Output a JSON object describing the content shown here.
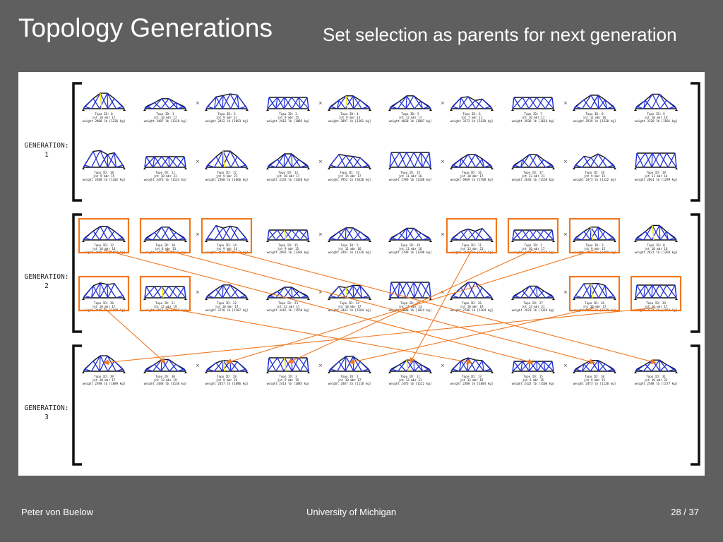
{
  "slide": {
    "title": "Topology Generations",
    "subtitle": "Set selection as parents for next generation"
  },
  "generations": [
    {
      "label": "GENERATION:",
      "number": "1",
      "row1_captions": [
        [
          "Topo ID: 0",
          "jnt 10  mbr 17",
          "weight 2808 lb [1236 kg]"
        ],
        [
          "Topo ID: 1",
          "jnt 10  mbr 17",
          "weight 2487 lb [1118 kg]"
        ],
        [
          "Topo ID: 2",
          "jnt 9  mbr 11",
          "weight 2422 lb [1093 kg]"
        ],
        [
          "Topo ID: 3",
          "jnt 9  mbr 15",
          "weight 2413 lb [1085 kg]"
        ],
        [
          "Topo ID: 4",
          "jnt 9  mbr 13",
          "weight 2897 lb [1301 kg]"
        ],
        [
          "Topo ID: 5",
          "jnt 12  mbr 17",
          "weight 4020 lb [1807 kg]"
        ],
        [
          "Topo ID: 6",
          "jnt 7  mbr 11",
          "weight 3172 lb [1428 kg]"
        ],
        [
          "Topo ID: 7",
          "jnt 10  mbr 17",
          "weight 3938 lb [1616 kg]"
        ],
        [
          "Topo ID: 8",
          "jnt 11  mbr 16",
          "weight 2939 lb [1320 kg]"
        ],
        [
          "Topo ID: 9",
          "jnt 10  mbr 19",
          "weight 3328 lb [1501 kg]"
        ]
      ],
      "row2_captions": [
        [
          "Topo ID: 10",
          "jnt 9  mbr 15",
          "weight 2480 lb [1102 kg]"
        ],
        [
          "Topo ID: 11",
          "jnt 10  mbr 31",
          "weight 2476 lb [1124 kg]"
        ],
        [
          "Topo ID: 12",
          "jnt 9  mbr 22",
          "weight 2380 lb [1066 kg]"
        ],
        [
          "Topo ID: 13",
          "jnt 10  mbr 17",
          "weight 3135 lb [1420 kg]"
        ],
        [
          "Topo ID: 14",
          "jnt 15  mbr 17",
          "weight 7952 lb [3620 kg]"
        ],
        [
          "Topo ID: 15",
          "jnt 11  mbr 16",
          "weight 2789 lb [1180 kg]"
        ],
        [
          "Topo ID: 16",
          "jnt 10  mbr 17",
          "weight 6969 lb [2708 kg]"
        ],
        [
          "Topo ID: 17",
          "jnt 13  mbr 21",
          "weight 2636 lb [1158 kg]"
        ],
        [
          "Topo ID: 18",
          "jnt 9  mbr 15",
          "weight 2473 lb [1122 kg]"
        ],
        [
          "Topo ID: 19",
          "jnt 11  mbr 16",
          "weight 2861 lb [1299 kg]"
        ]
      ]
    },
    {
      "label": "GENERATION:",
      "number": "2",
      "row1_captions": [
        [
          "Topo ID: 12",
          "jnt 10  mbr 18",
          "weight 2398 lb [1092 kg]"
        ],
        [
          "Topo ID: 10",
          "jnt 8  mbr 13",
          "weight 2486 lb [1122 kg]"
        ],
        [
          "Topo ID: 14",
          "jnt 9  mbr 14",
          "weight 2479 lb [1122 kg]"
        ],
        [
          "Topo ID: 15",
          "jnt 9  mbr 15",
          "weight 2892 lb [1284 kg]"
        ],
        [
          "Topo ID: 5",
          "jnt 11  mbr 16",
          "weight 2491 lb [1126 kg]"
        ],
        [
          "Topo ID: 19",
          "jnt 11  mbr 16",
          "weight 2799 lb [1290 kg]"
        ],
        [
          "Topo ID: 11",
          "jnt 13  mbr 21",
          "weight 2476 lb [1122 kg]"
        ],
        [
          "Topo ID: 1",
          "jnt 10  mbr 17",
          "weight 2487 lb [1118 kg]"
        ],
        [
          "Topo ID: 3",
          "jnt 9  mbr 15",
          "weight 2413 lb [1090 kg]"
        ],
        [
          "Topo ID: 0",
          "jnt 10  mbr 16",
          "weight 2821 lb [1269 kg]"
        ]
      ],
      "row2_captions": [
        [
          "Topo ID: 20",
          "jnt 10  mbr 17",
          "weight 2445 lb [1109 kg]"
        ],
        [
          "Topo ID: 21",
          "jnt 12  mbr 19",
          "weight 2863 lb [1169 kg]"
        ],
        [
          "Topo ID: 22",
          "jnt 10  mbr 17",
          "weight 3720 lb [1287 kg]"
        ],
        [
          "Topo ID: 23",
          "jnt 12  mbr 17",
          "weight 3416 lb [1550 kg]"
        ],
        [
          "Topo ID: 24",
          "jnt 10  mbr 17",
          "weight 3443 lb [1564 kg]"
        ],
        [
          "Topo ID: 25",
          "jnt 11  mbr 13",
          "weight 3800 lb [1824 kg]"
        ],
        [
          "Topo ID: 26",
          "jnt 10  mbr 19",
          "weight 2786 lb [1264 kg]"
        ],
        [
          "Topo ID: 27",
          "jnt 13  mbr 21",
          "weight 2870 lb [1319 kg]"
        ],
        [
          "Topo ID: 28",
          "jnt 10  mbr 17",
          "weight 2487 lb [1120 kg]"
        ],
        [
          "Topo ID: 29",
          "jnt 10  mbr 17",
          "weight 2321 lb [1058 kg]"
        ]
      ]
    },
    {
      "label": "GENERATION:",
      "number": "3",
      "row1_captions": [
        [
          "Topo ID: 39",
          "jnt 10  mbr 17",
          "weight 2398 lb [1089 kg]"
        ],
        [
          "Topo ID: 30",
          "jnt 13  mbr 19",
          "weight 2448 lb [1130 kg]"
        ],
        [
          "Topo ID: 28",
          "jnt 9  mbr 16",
          "weight 2457 lb [1086 kg]"
        ],
        [
          "Topo ID: 3",
          "jnt 9  mbr 15",
          "weight 2413 lb [1085 kg]"
        ],
        [
          "Topo ID: 1",
          "jnt 10  mbr 17",
          "weight 2487 lb [1118 kg]"
        ],
        [
          "Topo ID: 11",
          "jnt 13  mbr 21",
          "weight 2476 lb [1122 kg]"
        ],
        [
          "Topo ID: 13",
          "jnt 13  mbr 19",
          "weight 2388 lb [1084 kg]"
        ],
        [
          "Topo ID: 15",
          "jnt 9  mbr 15",
          "weight 2423 lb [1100 kg]"
        ],
        [
          "Topo ID: 18",
          "jnt 9  mbr 15",
          "weight 2473 lb [1120 kg]"
        ],
        [
          "Topo ID: 31",
          "jnt 10  mbr 22",
          "weight 2588 lb [1177 kg]"
        ]
      ]
    }
  ],
  "footer": {
    "author": "Peter von Buelow",
    "institution": "University of Michigan",
    "page": "28 / 37"
  },
  "colors": {
    "background": "#5f5f5f",
    "panel": "#ffffff",
    "member_blue": "#1f2fd6",
    "chord_black": "#111111",
    "highlight_yellow": "#f2e600",
    "selection_orange": "#f07820"
  }
}
